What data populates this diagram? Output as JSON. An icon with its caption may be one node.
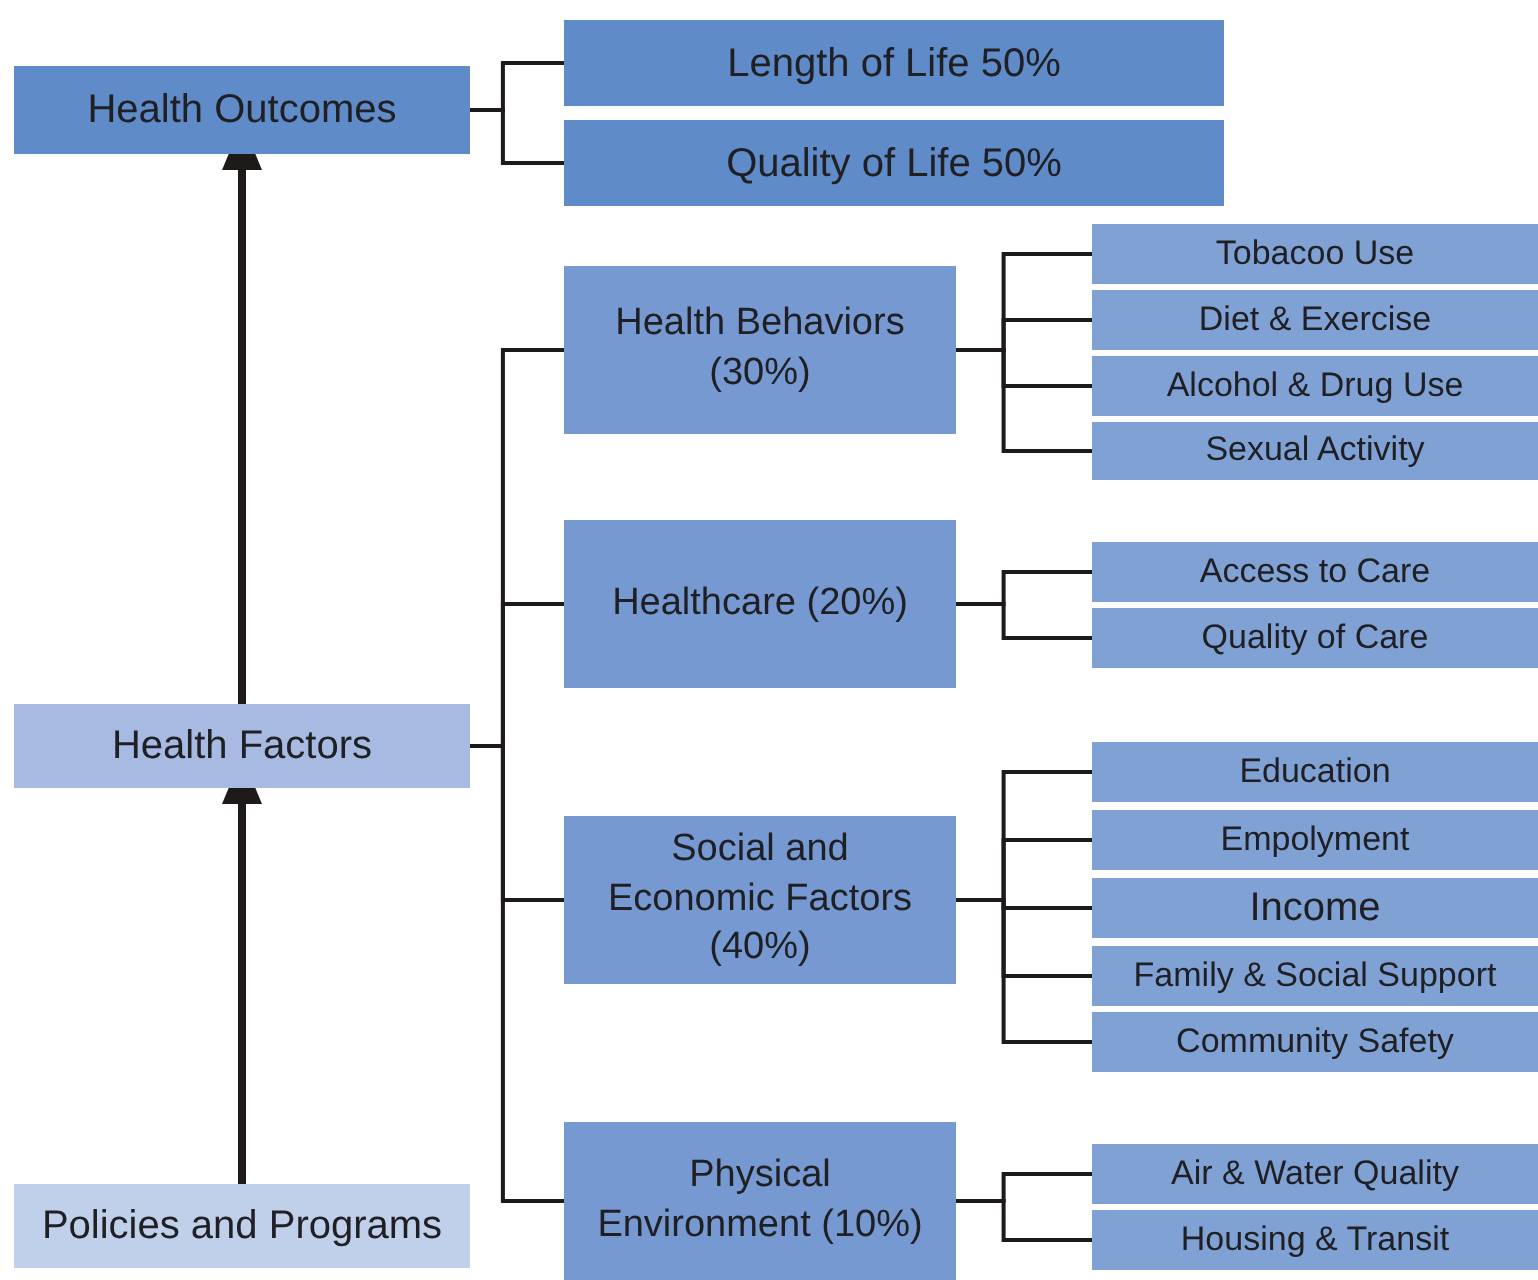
{
  "diagram": {
    "nodes": [
      {
        "text": [
          "Health Outcomes"
        ]
      },
      {
        "text": [
          "Length of Life 50%"
        ]
      },
      {
        "text": [
          "Quality of Life 50%"
        ]
      },
      {
        "text": [
          "Health Factors"
        ]
      },
      {
        "text": [
          "Policies and Programs"
        ]
      },
      {
        "text": [
          "Health Behaviors (30%)"
        ]
      },
      {
        "text": [
          "Tobacoo Use"
        ]
      },
      {
        "text": [
          "Diet & Exercise"
        ]
      },
      {
        "text": [
          "Alcohol & Drug Use"
        ]
      },
      {
        "text": [
          "Sexual Activity"
        ]
      },
      {
        "text": [
          "Healthcare (20%)"
        ]
      },
      {
        "text": [
          "Access to Care"
        ]
      },
      {
        "text": [
          "Quality of Care"
        ]
      },
      {
        "text": [
          "Social and Economic Factors (40%)"
        ]
      },
      {
        "text": [
          "Education"
        ]
      },
      {
        "text": [
          "Empolyment"
        ]
      },
      {
        "text": [
          "Income"
        ]
      },
      {
        "text": [
          "Family & Social Support"
        ]
      },
      {
        "text": [
          "Community Safety"
        ]
      },
      {
        "text": [
          "Physical Environment (10%)"
        ]
      },
      {
        "text": [
          "Air & Water Quality"
        ]
      },
      {
        "text": [
          "Housing & Transit"
        ]
      }
    ],
    "edges": [
      {
        "from": 0,
        "to": 1,
        "arrow": "none"
      },
      {
        "from": 0,
        "to": 2,
        "arrow": "none"
      },
      {
        "from": 3,
        "to": 0,
        "arrow": "to",
        "style": "thick"
      },
      {
        "from": 4,
        "to": 3,
        "arrow": "to",
        "style": "thick"
      },
      {
        "from": 3,
        "to": 5,
        "arrow": "none"
      },
      {
        "from": 3,
        "to": 10,
        "arrow": "none"
      },
      {
        "from": 3,
        "to": 13,
        "arrow": "none"
      },
      {
        "from": 3,
        "to": 19,
        "arrow": "none"
      },
      {
        "from": 5,
        "to": 6,
        "arrow": "none"
      },
      {
        "from": 5,
        "to": 7,
        "arrow": "none"
      },
      {
        "from": 5,
        "to": 8,
        "arrow": "none"
      },
      {
        "from": 5,
        "to": 9,
        "arrow": "none"
      },
      {
        "from": 10,
        "to": 11,
        "arrow": "none"
      },
      {
        "from": 10,
        "to": 12,
        "arrow": "none"
      },
      {
        "from": 13,
        "to": 14,
        "arrow": "none"
      },
      {
        "from": 13,
        "to": 15,
        "arrow": "none"
      },
      {
        "from": 13,
        "to": 16,
        "arrow": "none"
      },
      {
        "from": 13,
        "to": 17,
        "arrow": "none"
      },
      {
        "from": 13,
        "to": 18,
        "arrow": "none"
      },
      {
        "from": 19,
        "to": 20,
        "arrow": "none"
      },
      {
        "from": 19,
        "to": 21,
        "arrow": "none"
      }
    ]
  }
}
